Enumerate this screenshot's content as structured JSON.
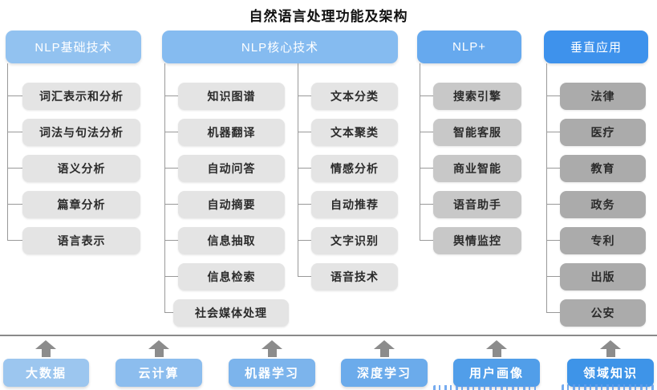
{
  "title": "自然语言处理功能及架构",
  "columns": [
    {
      "header": "NLP基础技术",
      "header_color": "#92C2F0",
      "item_color": "#E4E4E4",
      "items": [
        "词汇表示和分析",
        "词法与句法分析",
        "语义分析",
        "篇章分析",
        "语言表示"
      ]
    },
    {
      "header": "NLP核心技术",
      "header_color": "#85BBF0",
      "item_color": "#E4E4E4",
      "items_left": [
        "知识图谱",
        "机器翻译",
        "自动问答",
        "自动摘要",
        "信息抽取",
        "信息检索",
        "社会媒体处理"
      ],
      "items_right": [
        "文本分类",
        "文本聚类",
        "情感分析",
        "自动推荐",
        "文字识别",
        "语音技术"
      ]
    },
    {
      "header": "NLP+",
      "header_color": "#66A9EE",
      "item_color": "#C8C8C8",
      "items": [
        "搜索引擎",
        "智能客服",
        "商业智能",
        "语音助手",
        "舆情监控"
      ]
    },
    {
      "header": "垂直应用",
      "header_color": "#3E92EC",
      "item_color": "#ABABAB",
      "items": [
        "法律",
        "医疗",
        "教育",
        "政务",
        "专利",
        "出版",
        "公安"
      ]
    }
  ],
  "foundation": {
    "items": [
      {
        "label": "大数据",
        "color": "#9CC6EF"
      },
      {
        "label": "云计算",
        "color": "#8CBDEE"
      },
      {
        "label": "机器学习",
        "color": "#7CB4EC"
      },
      {
        "label": "深度学习",
        "color": "#6BABEB"
      },
      {
        "label": "用户画像",
        "color": "#519EE9"
      },
      {
        "label": "领域知识",
        "color": "#3E94E8"
      }
    ]
  },
  "colors": {
    "connector_line": "#999999",
    "separator_line": "#8A8A8A",
    "arrow": "#8C8C8C",
    "header_text": "#FFFFFF",
    "item_text": "#2B2B2B",
    "title_text": "#111111"
  }
}
